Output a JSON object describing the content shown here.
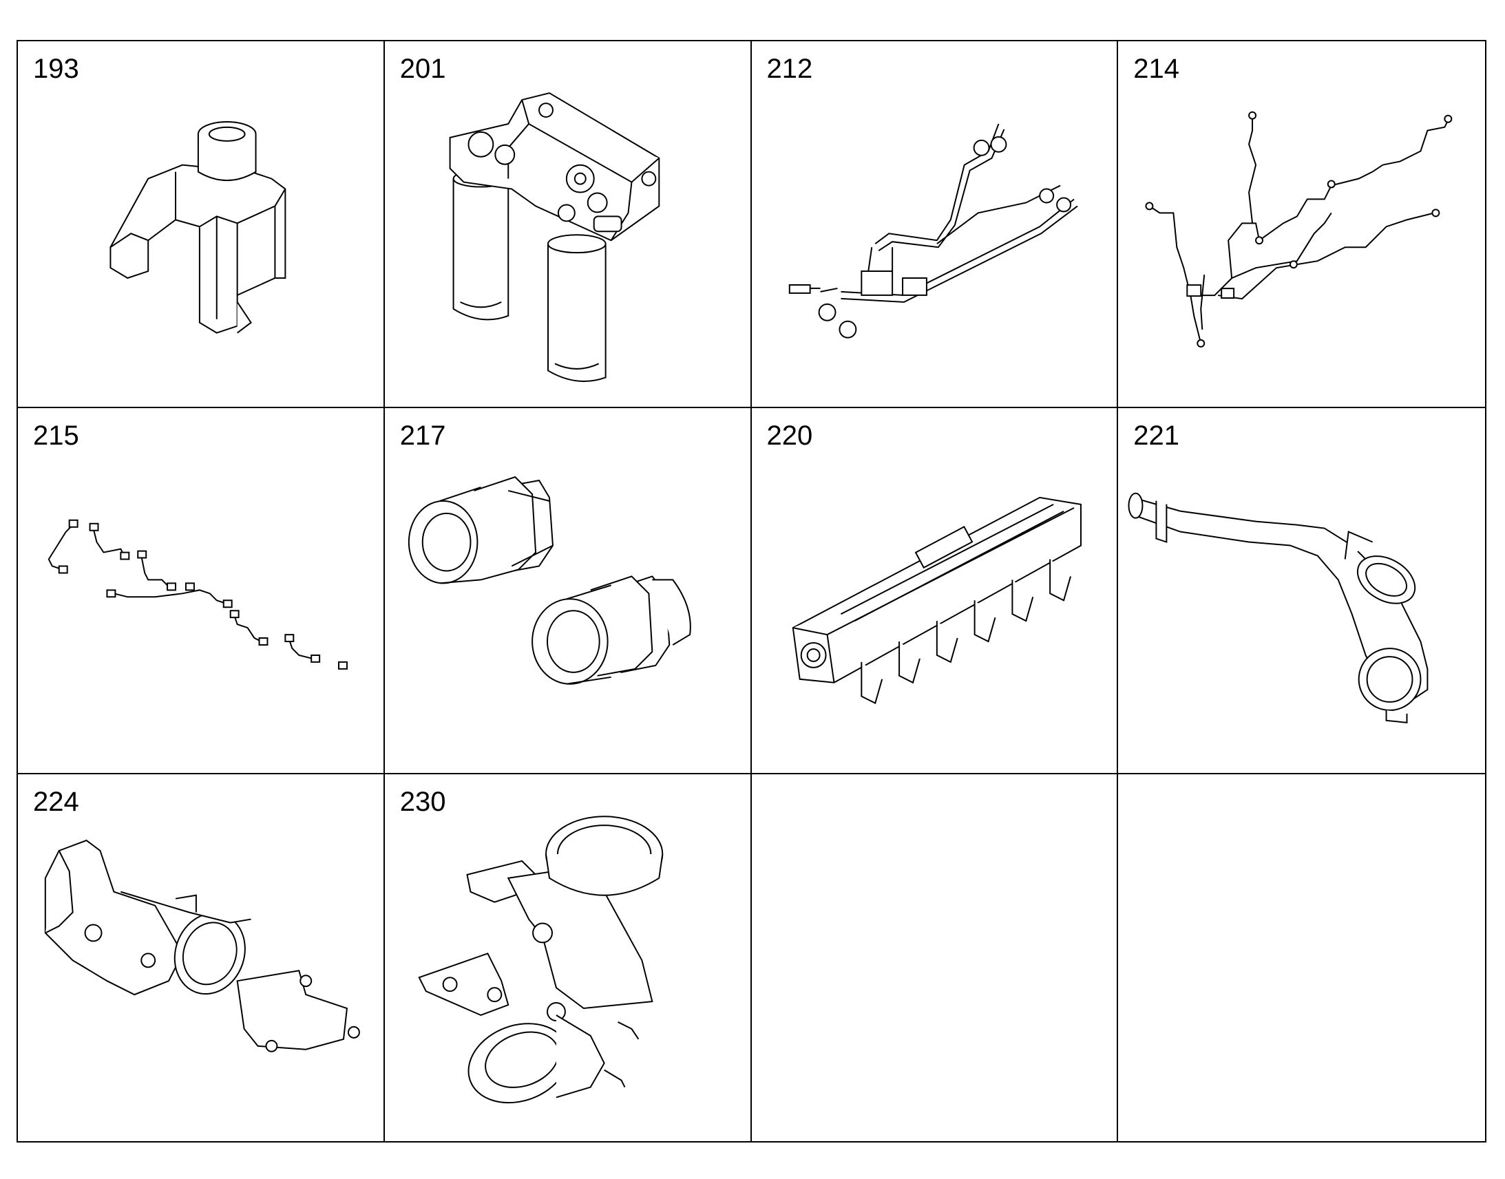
{
  "parts": [
    {
      "number": "193",
      "icon": "shift-fork-icon"
    },
    {
      "number": "201",
      "icon": "fuel-filter-housing-icon"
    },
    {
      "number": "212",
      "icon": "fuel-line-assembly-icon"
    },
    {
      "number": "214",
      "icon": "wiring-harness-icon"
    },
    {
      "number": "215",
      "icon": "injection-lines-icon"
    },
    {
      "number": "217",
      "icon": "pipe-fittings-icon"
    },
    {
      "number": "220",
      "icon": "intake-manifold-icon"
    },
    {
      "number": "221",
      "icon": "intake-pipe-icon"
    },
    {
      "number": "224",
      "icon": "throttle-body-icon"
    },
    {
      "number": "230",
      "icon": "connector-housing-icon"
    },
    {
      "number": "",
      "icon": ""
    },
    {
      "number": "",
      "icon": ""
    }
  ]
}
